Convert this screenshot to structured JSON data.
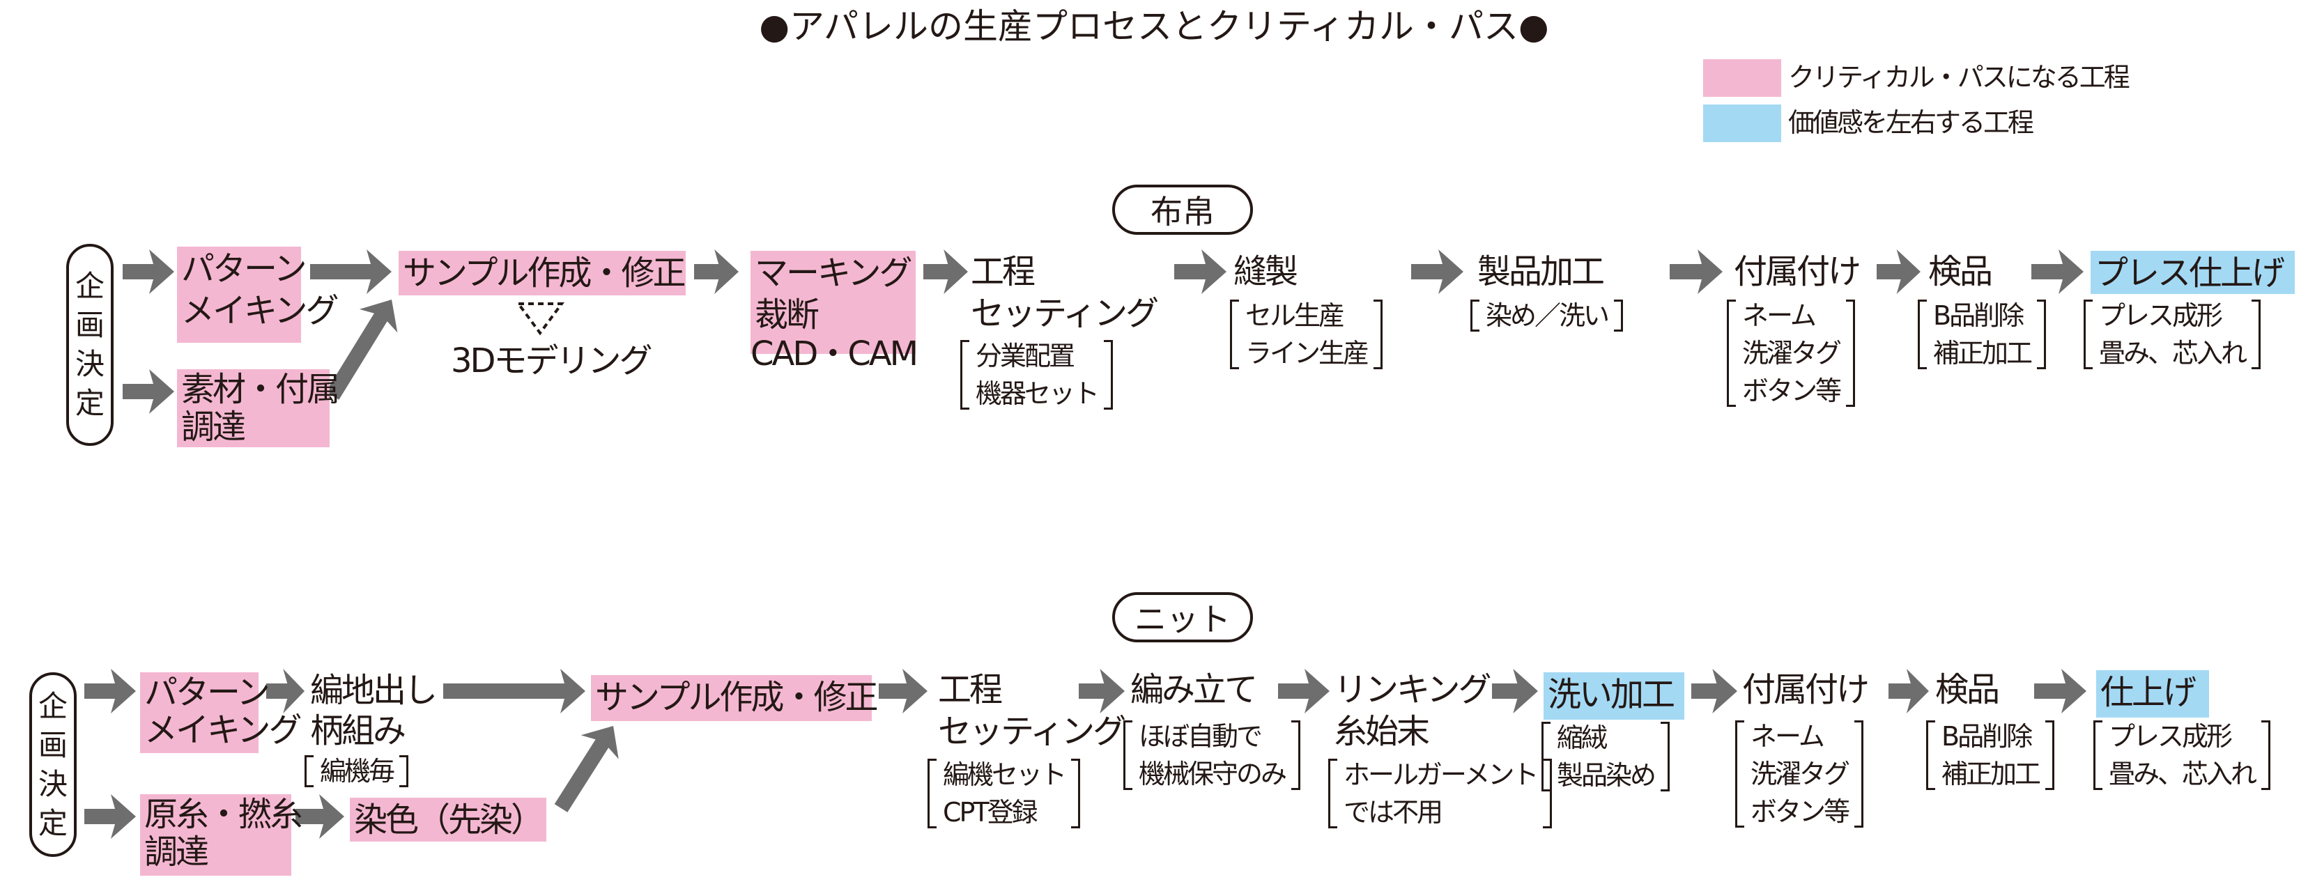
{
  "title": "●アパレルの生産プロセスとクリティカル・パス●",
  "legend": [
    {
      "label": "クリティカル・パスになる工程",
      "color": "#f4b7d1"
    },
    {
      "label": "価値感を左右する工程",
      "color": "#a4d9f4"
    }
  ],
  "colors": {
    "arrow": "#6e6e6e",
    "critical": "#f4b7d1",
    "value": "#a4d9f4"
  },
  "fabric": {
    "heading": "布帛",
    "start": [
      "企",
      "画",
      "決",
      "定"
    ],
    "pattern": [
      "パターン",
      "メイキング"
    ],
    "material": [
      "素材・付属",
      "調達"
    ],
    "sample": "サンプル作成・修正",
    "modeling": "3Dモデリング",
    "marking": [
      "マーキング",
      "裁断"
    ],
    "cad": "CAD・CAM",
    "setting": [
      "工程",
      "セッティング"
    ],
    "setting_note": [
      "分業配置",
      "機器セット"
    ],
    "sewing": "縫製",
    "sewing_note": [
      "セル生産",
      "ライン生産"
    ],
    "processing": "製品加工",
    "processing_note": [
      "染め／洗い"
    ],
    "accessories": "付属付け",
    "accessories_note": [
      "ネーム",
      "洗濯タグ",
      "ボタン等"
    ],
    "inspection": "検品",
    "inspection_note": [
      "B品削除",
      "補正加工"
    ],
    "finish": "プレス仕上げ",
    "finish_note": [
      "プレス成形",
      "畳み、芯入れ"
    ]
  },
  "knit": {
    "heading": "ニット",
    "start": [
      "企",
      "画",
      "決",
      "定"
    ],
    "pattern": [
      "パターン",
      "メイキング"
    ],
    "fabric_design": [
      "編地出し",
      "柄組み"
    ],
    "fabric_design_note": [
      "編機毎"
    ],
    "yarn": [
      "原糸・撚糸",
      "調達"
    ],
    "dyeing": "染色（先染）",
    "sample": "サンプル作成・修正",
    "setting": [
      "工程",
      "セッティング"
    ],
    "setting_note": [
      "編機セット",
      "CPT登録"
    ],
    "knitting": "編み立て",
    "knitting_note": [
      "ほぼ自動で",
      "機械保守のみ"
    ],
    "linking": [
      "リンキング",
      "糸始末"
    ],
    "linking_note": [
      "ホールガーメント",
      "では不用"
    ],
    "washing": "洗い加工",
    "washing_note": [
      "縮絨",
      "製品染め"
    ],
    "accessories": "付属付け",
    "accessories_note": [
      "ネーム",
      "洗濯タグ",
      "ボタン等"
    ],
    "inspection": "検品",
    "inspection_note": [
      "B品削除",
      "補正加工"
    ],
    "finish": "仕上げ",
    "finish_note": [
      "プレス成形",
      "畳み、芯入れ"
    ]
  }
}
